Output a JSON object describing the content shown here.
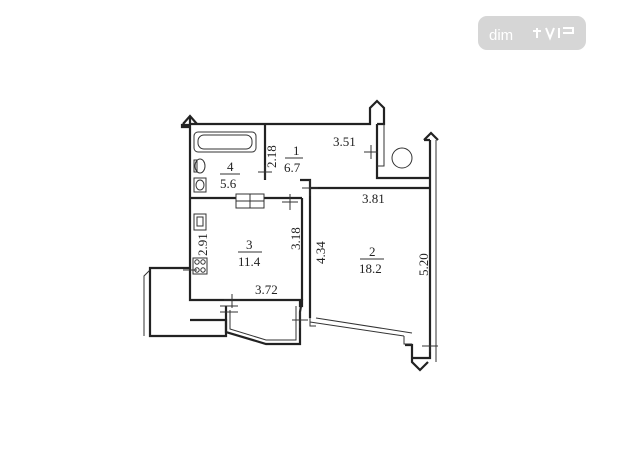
{
  "watermark": {
    "text": "dim",
    "logo": "ria-logo"
  },
  "rooms": [
    {
      "number": "1",
      "area": "6.7"
    },
    {
      "number": "2",
      "area": "18.2"
    },
    {
      "number": "3",
      "area": "11.4"
    },
    {
      "number": "4",
      "area": "5.6"
    }
  ],
  "dimensions": [
    "3.51",
    "2.18",
    "3.81",
    "3.18",
    "4.34",
    "5.20",
    "2.91",
    "3.72"
  ],
  "colors": {
    "line": "#222222",
    "watermark_bg": "#d9d9d9"
  }
}
